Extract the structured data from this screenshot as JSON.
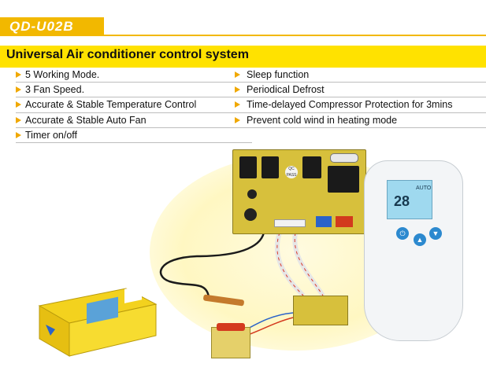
{
  "model": {
    "code": "QD-U02B"
  },
  "title": "Universal Air conditioner control system",
  "features": {
    "left": [
      "5 Working Mode.",
      "3 Fan Speed.",
      "Accurate & Stable Temperature Control",
      "Accurate & Stable Auto Fan",
      "Timer on/off"
    ],
    "right": [
      "Sleep function",
      "Periodical Defrost",
      "Time-delayed Compressor Protection for 3mins",
      "Prevent cold wind in heating mode"
    ]
  },
  "photo": {
    "pcb_stamp": "QC PASS",
    "remote_temp": "28",
    "remote_mode": "AUTO"
  },
  "colors": {
    "accent": "#f2b800",
    "title_bar": "#ffe200",
    "bullet": "#f0a800"
  }
}
